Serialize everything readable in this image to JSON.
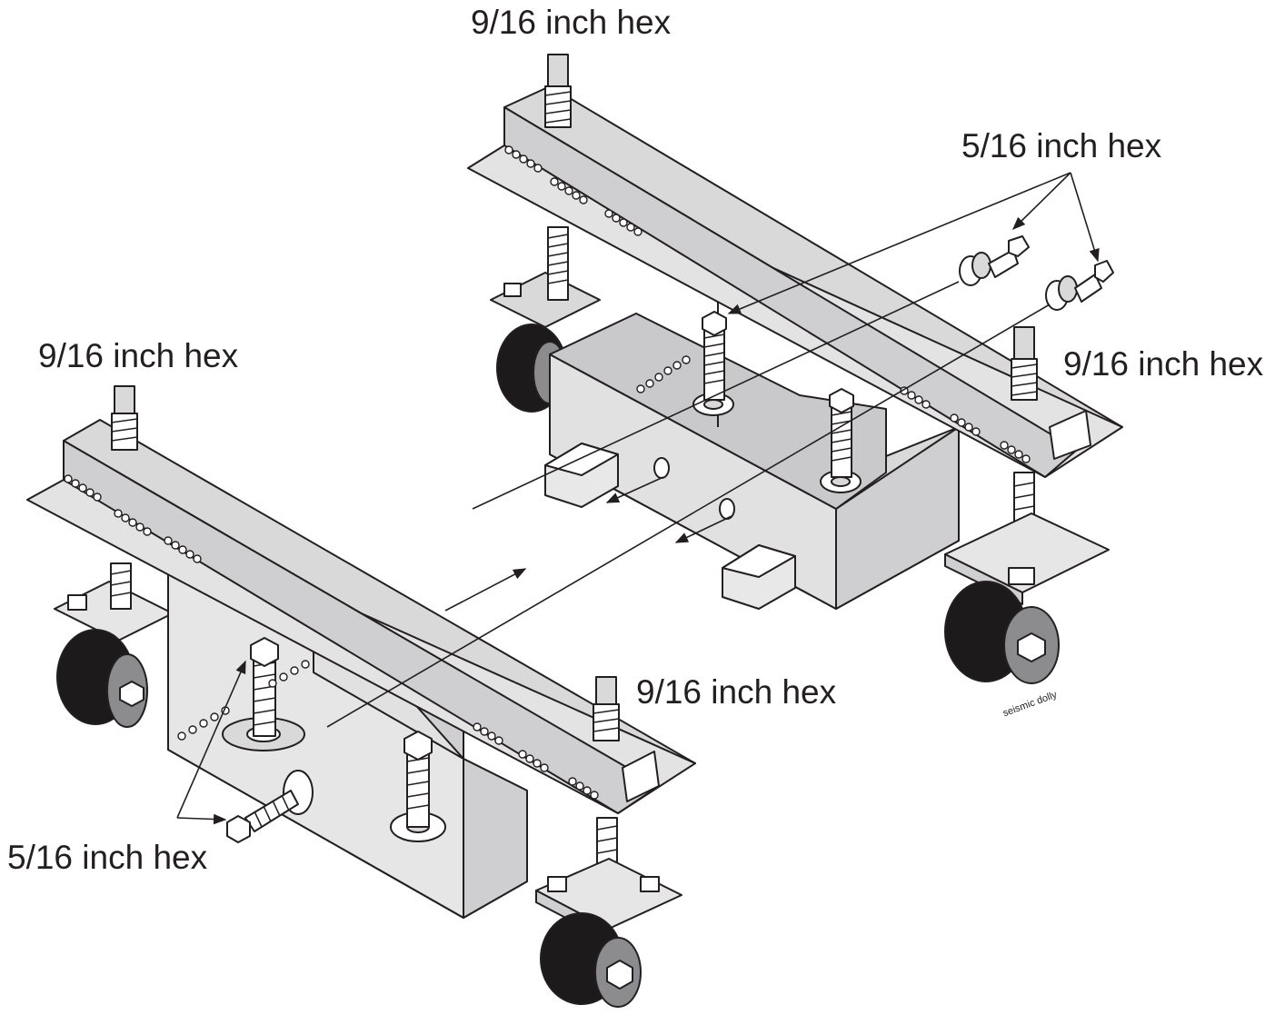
{
  "labels": {
    "top_hex_large": "9/16 inch hex",
    "right_hex_small": "5/16 inch hex",
    "right_hex_large": "9/16 inch hex",
    "left_hex_large": "9/16 inch hex",
    "center_hex_large": "9/16 inch hex",
    "left_hex_small": "5/16 inch hex",
    "caption": "seismic dolly"
  },
  "colors": {
    "line": "#231f20",
    "metal": "#d9d9da",
    "metal_dark": "#bfbfc1",
    "wheel": "#1c1a1b",
    "hub": "#8c8c8e"
  }
}
